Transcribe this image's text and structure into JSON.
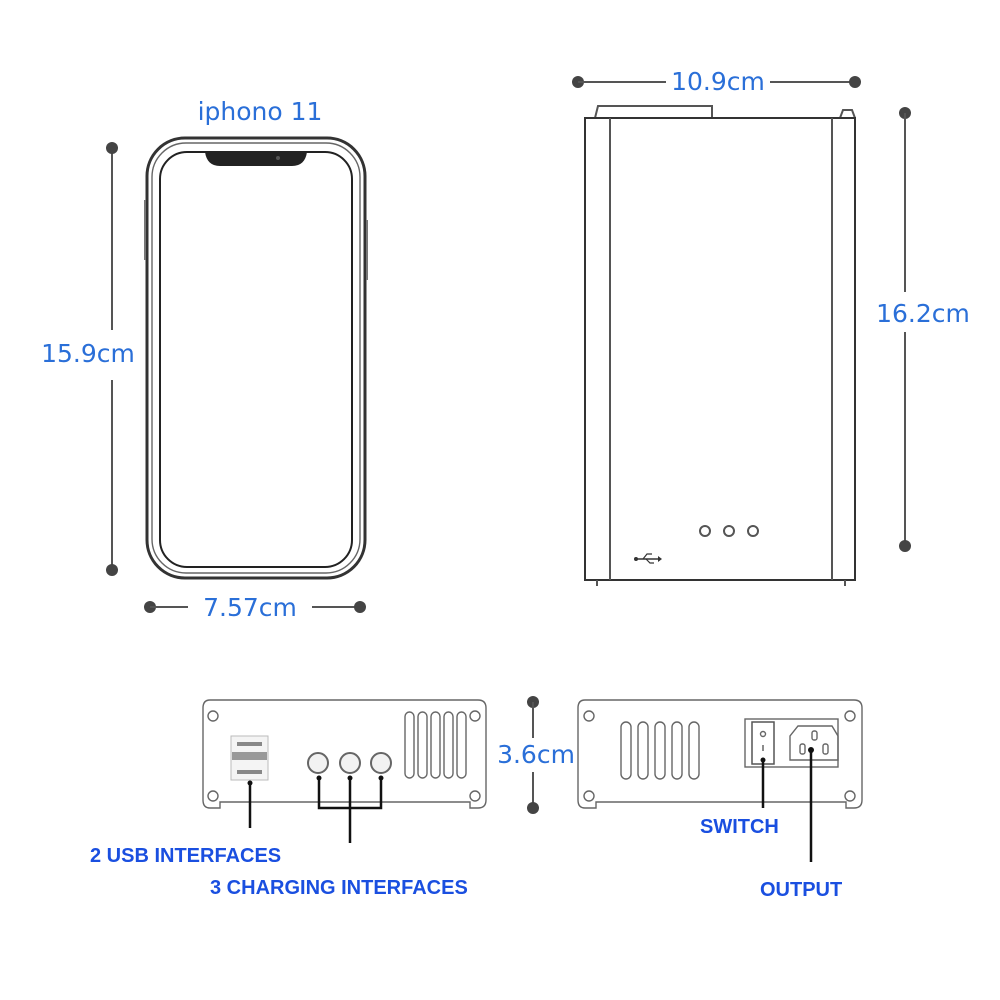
{
  "phone": {
    "title": "iphono 11",
    "height_label": "15.9cm",
    "width_label": "7.57cm"
  },
  "device": {
    "width_label": "10.9cm",
    "height_label": "16.2cm",
    "depth_label": "3.6cm"
  },
  "callouts": {
    "usb": "2 USB INTERFACES",
    "charging": "3 CHARGING INTERFACES",
    "switch": "SWITCH",
    "output": "OUTPUT"
  },
  "colors": {
    "dimension_text": "#2a6fd8",
    "callout_text": "#1a4fe0"
  }
}
